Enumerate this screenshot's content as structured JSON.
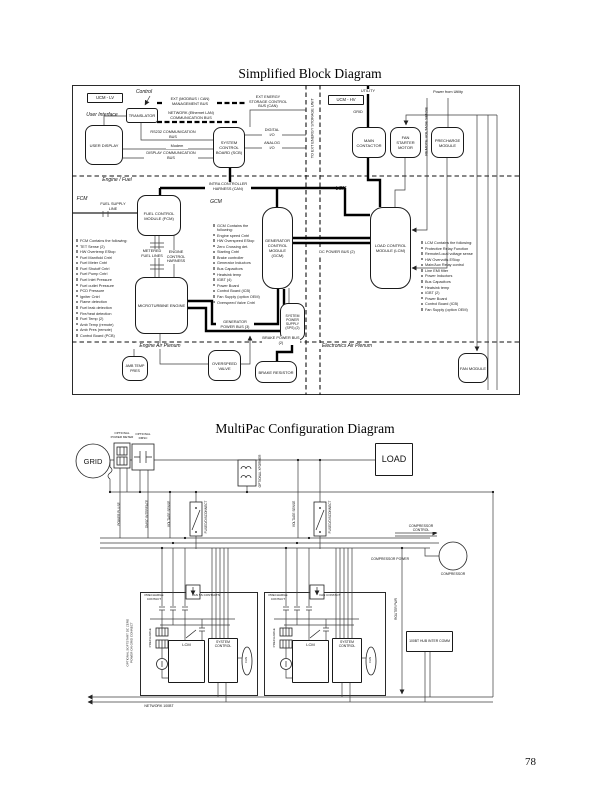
{
  "page": {
    "number": "78"
  },
  "d1": {
    "title": "Simplified Block Diagram",
    "ucm_lv": "UCM - LV",
    "ucm_hv": "UCM - HV",
    "control": "Control",
    "user_interface": "User Interface",
    "translator": "TRANSLATOR",
    "user_display": "USER DISPLAY",
    "bus_ext_mgmt": "EXT (MODBUS / CAN) MANAGEMENT BUS",
    "bus_network": "NETWORK (Ethernet LAN) COMMUNICATION BUS",
    "bus_rs232": "RS232 COMMUNICATION BUS",
    "modem": "Modem",
    "bus_display": "DISPLAY COMMUNICATION BUS",
    "scb": "SYSTEM CONTROL BOARD (SCB)",
    "bus_ext_energy": "EXT ENERGY STORAGE CONTROL BUS (CAN)",
    "digital_io": "DIGITAL I/O",
    "analog_io": "ANALOG I/O",
    "to_ext_energy": "TO EXT ENERGY STORAGE UNIT",
    "utility": "UTILITY",
    "grid": "GRID",
    "power_from_utility": "Power from Utility",
    "main_contactor": "MAIN CONTACTOR",
    "fan_starter_motor": "FAN STARTER MOTOR",
    "precharge_module": "PRECHARGE MODULE",
    "remote_voltage_sense": "REMOTE VOLTAGE SENSE",
    "engine_fuel": "Engine / Fuel",
    "fcm": "FCM",
    "fuel_supply_line": "FUEL SUPPLY LINE",
    "fuel_control_module": "FUEL CONTROL MODULE (FCM)",
    "metered_fuel_lines": "METERED FUEL LINES",
    "engine_control_harness": "ENGINE CONTROL HARNESS",
    "microturbine_engine": "MICROTURBINE ENGINE",
    "intra_harness": "INTRA CONTROLLER HARNESS (CAN)",
    "gcm": "GCM",
    "generator_control_module": "GENERATOR CONTROL MODULE (GCM)",
    "generator_power_bus": "GENERATOR POWER BUS (3)",
    "sps": "SYSTEM POWER SUPPLY (SPS) (2)",
    "dc_power_bus": "DC POWER BUS (2)",
    "lcm": "LCM",
    "load_control_module": "LOAD CONTROL MODULE (LCM)",
    "brake_power_bus": "BRAKE POWER BUS (2)",
    "brake_resistor": "BRAKE RESISTOR",
    "overspeed_valve": "OVERSPEED VALVE",
    "amb_temp_pres": "AMB TEMP PRES",
    "engine_air_plenum": "Engine Air Plenum",
    "electronics_air_plenum": "Electronics Air Plenum",
    "fan_module": "FAN MODULE",
    "fcm_list": [
      "FCM Contains the following:",
      "TET Sense (2)",
      "HW Overtemp EStop",
      "Fuel Manifold Cntrl",
      "Fuel Meter Cntrl",
      "Fuel Shutoff Cntrl",
      "Fuel Pump Cntrl",
      "Fuel Inlet Pressure",
      "Fuel outlet Pressure",
      "PCD Pressure",
      "Igniter Cntrl",
      "Flame detection",
      "Fuel leak detection",
      "Fire/heat detection",
      "Fuel Temp (2)",
      "Amb Temp (remote)",
      "Amb Pres (remote)",
      "Control Board (PCB)"
    ],
    "gcm_list": [
      "GCM Contains the following:",
      "Engine speed Cntrl",
      "HW Overspeed EStop",
      "Zero Crossing det.",
      "Starting Cntrl",
      "Brake controller",
      "Generator Inductors",
      "Bus Capacitors",
      "Heatsink temp",
      "IGBT (4)",
      "Power Board",
      "Control Board (ICB)",
      "Fan Supply (option OEM)",
      "Overspeed Valve Cntrl"
    ],
    "lcm_list": [
      "LCM Contains the following:",
      "Protective Relay Function",
      "Remote/Local voltage sense",
      "HW Overvolts EStop",
      "Main/Aux Relay control",
      "Line EMI filter",
      "Power Inductors",
      "Bus Capacitors",
      "Heatsink temp",
      "IGBT (2)",
      "Power Board",
      "Control Board (ICB)",
      "Fan Supply (option OEM)"
    ]
  },
  "d2": {
    "title": "MultiPac Configuration Diagram",
    "grid": "GRID",
    "load": "LOAD",
    "optional_power_meter": "OPTIONAL POWER METER",
    "optional_dmsc": "OPTIONAL DMSC",
    "optional_xformer": "OPTIONAL XFORMER",
    "power_pulse": "POWER PULSE",
    "dmsc_interface": "DMSC INTERFACE",
    "voltage_sense": "VOLTAGE SENSE",
    "fused_disconnect": "FUSED/DISCONNECT",
    "compressor_control": "COMPRESSOR CONTROL",
    "compressor_power": "COMPRESSOR POWER",
    "compressor": "COMPRESSOR",
    "router_pwr": "ROUTER PWR",
    "precharge_contact": "PRECHARGE CONTACT",
    "fan_ss_contacts": "FAN SS CONTACTS",
    "fan_contact": "FAN CONTACT",
    "precharge": "PRECHARGE",
    "lcm": "LCM",
    "system_control": "SYSTEM CONTROL",
    "fan": "FAN",
    "softstart_note": "OPTIONAL SOFTSTART DC ZERO POWER ON GRID CONNECT",
    "hub": "100BT HUB INTER COMM",
    "network": "NETWORK 100BT"
  }
}
